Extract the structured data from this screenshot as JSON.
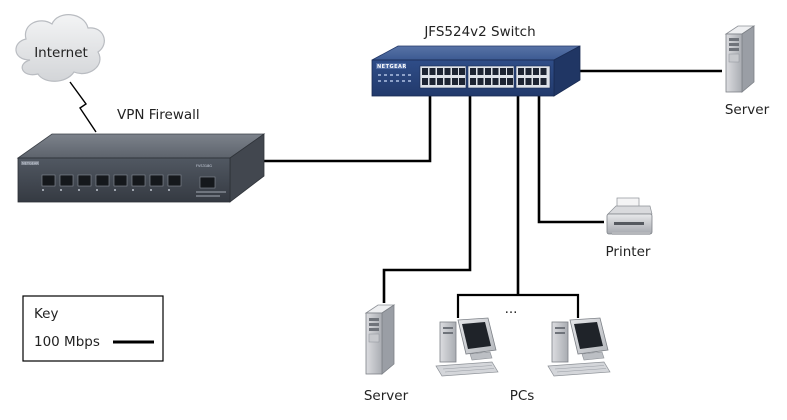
{
  "labels": {
    "internet": "Internet",
    "vpn_firewall": "VPN Firewall",
    "switch": "JFS524v2 Switch",
    "server_right": "Server",
    "printer": "Printer",
    "server_bottom": "Server",
    "pcs_ellipsis": "...",
    "pcs": "PCs"
  },
  "key": {
    "title": "Key",
    "line_label": "100 Mbps"
  },
  "device_text": {
    "firewall_brand": "NETGEAR",
    "firewall_model": "FVS318G",
    "switch_brand": "NETGEAR"
  },
  "colors": {
    "link_line": "#000000",
    "firewall_body": "#4b525c",
    "switch_body": "#2d4a86",
    "cloud": "#e9eaec"
  }
}
